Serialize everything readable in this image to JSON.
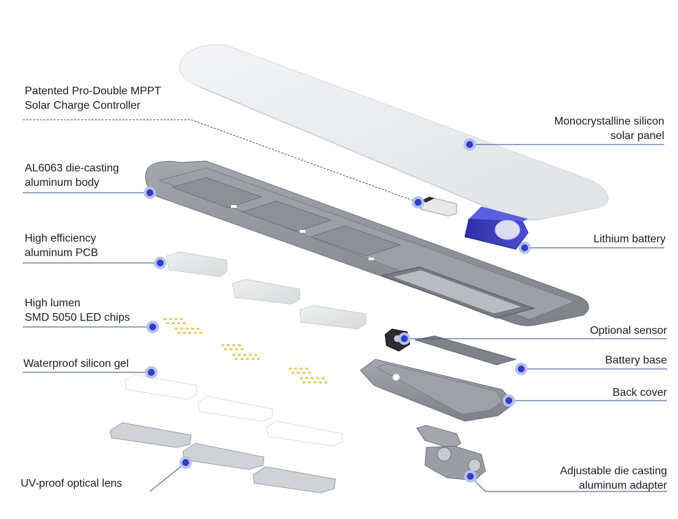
{
  "colors": {
    "leader_line": "#2e4a8c",
    "dot_core": "#2f3fc4",
    "dot_halo": "#b8bff0",
    "housing": "#8f9399",
    "panel": "#e9ebee"
  },
  "callouts": {
    "mppt": {
      "line1": "Patented Pro-Double MPPT",
      "line2": "Solar Charge Controller"
    },
    "body": {
      "line1": "AL6063 die-casting",
      "line2": "aluminum body"
    },
    "pcb": {
      "line1": "High efficiency",
      "line2": "aluminum PCB"
    },
    "led": {
      "line1": "High lumen",
      "line2": "SMD 5050 LED chips"
    },
    "gel": {
      "line1": "Waterproof silicon gel"
    },
    "lens": {
      "line1": "UV-proof optical lens"
    },
    "panel": {
      "line1": "Monocrystalline silicon",
      "line2": "solar panel"
    },
    "battery": {
      "line1": "Lithium battery"
    },
    "sensor": {
      "line1": "Optional sensor"
    },
    "base": {
      "line1": "Battery base"
    },
    "cover": {
      "line1": "Back cover"
    },
    "adapter": {
      "line1": "Adjustable die casting",
      "line2": "aluminum adapter"
    }
  }
}
